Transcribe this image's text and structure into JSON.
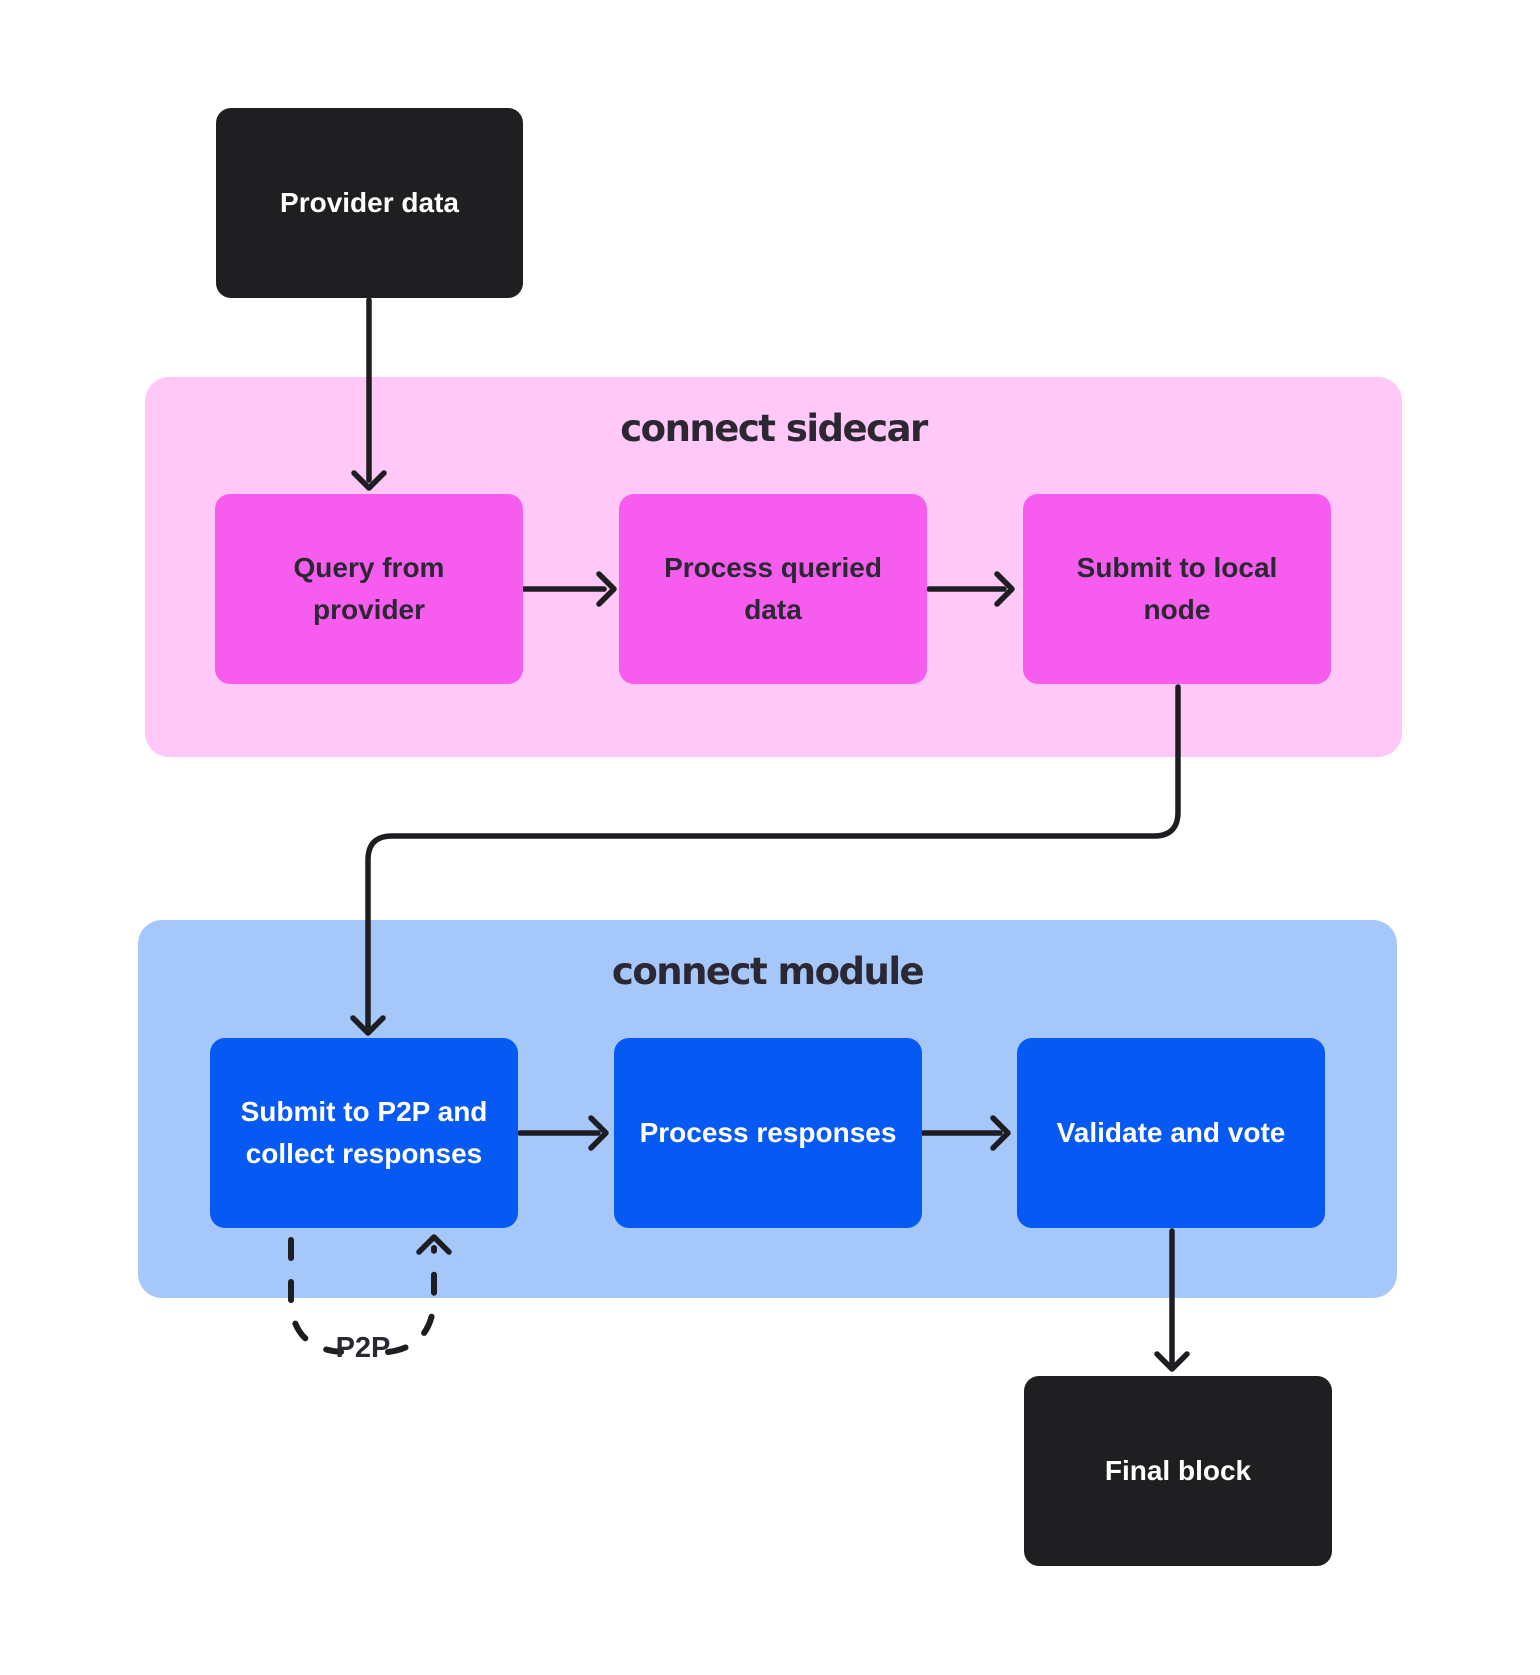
{
  "diagram": {
    "provider_node": {
      "label": "Provider data"
    },
    "sidecar_group": {
      "title": "connect sidecar",
      "nodes": [
        {
          "label": "Query from\nprovider"
        },
        {
          "label": "Process queried\ndata"
        },
        {
          "label": "Submit to local\nnode"
        }
      ]
    },
    "module_group": {
      "title": "connect module",
      "nodes": [
        {
          "label": "Submit to P2P and\ncollect responses"
        },
        {
          "label": "Process responses"
        },
        {
          "label": "Validate and vote"
        }
      ]
    },
    "p2p_loop": {
      "label": "P2P"
    },
    "final_node": {
      "label": "Final block"
    }
  },
  "colors": {
    "background": "#ffffff",
    "dark_node": "#1f1e20",
    "sidecar_bg": "#ffc8f7",
    "sidecar_node": "#f65def",
    "module_bg": "#a6c7fa",
    "module_node": "#0659f2",
    "dark_text": "#2b2733",
    "light_text": "#ffffff",
    "arrow": "#1d1d22"
  }
}
